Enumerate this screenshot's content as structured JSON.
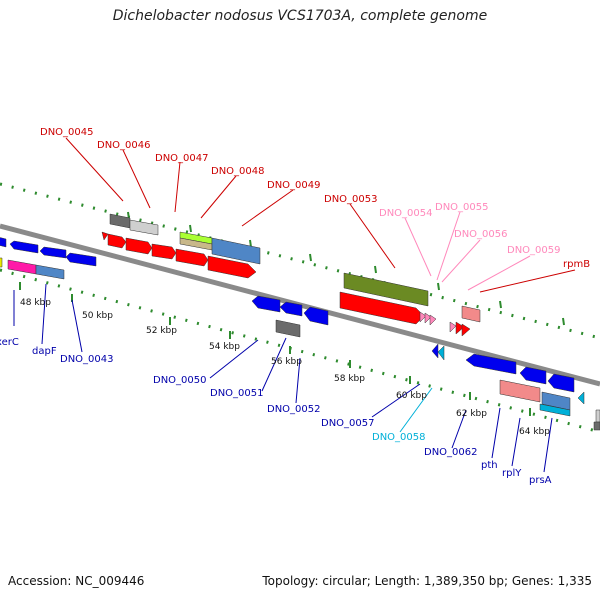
{
  "title": "Dichelobacter nodosus VCS1703A, complete genome",
  "footer": {
    "accession": "Accession: NC_009446",
    "topology": "Topology: circular; Length: 1,389,350 bp; Genes: 1,335"
  },
  "colors": {
    "backbone": "#8a8a8a",
    "tick_major": "#2e8b2e",
    "tick_minor": "#2e8b2e",
    "gene_forward": "#ff0000",
    "gene_reverse": "#0000ee",
    "label_red": "#cc0000",
    "label_pink": "#ff88bb",
    "label_blue": "#0000aa",
    "label_cyan": "#00b0d8"
  },
  "scale_labels": [
    "48 kbp",
    "50 kbp",
    "52 kbp",
    "54 kbp",
    "56 kbp",
    "58 kbp",
    "60 kbp",
    "62 kbp",
    "64 kbp"
  ],
  "labels_top": [
    {
      "text": "DNO_0045",
      "color": "red"
    },
    {
      "text": "DNO_0046",
      "color": "red"
    },
    {
      "text": "DNO_0047",
      "color": "red"
    },
    {
      "text": "DNO_0048",
      "color": "red"
    },
    {
      "text": "DNO_0049",
      "color": "red"
    },
    {
      "text": "DNO_0053",
      "color": "red"
    },
    {
      "text": "DNO_0054",
      "color": "pink"
    },
    {
      "text": "DNO_0055",
      "color": "pink"
    },
    {
      "text": "DNO_0056",
      "color": "pink"
    },
    {
      "text": "DNO_0059",
      "color": "pink"
    },
    {
      "text": "rpmB",
      "color": "red"
    }
  ],
  "labels_bottom": [
    {
      "text": "xerC",
      "color": "blue"
    },
    {
      "text": "dapF",
      "color": "blue"
    },
    {
      "text": "DNO_0043",
      "color": "blue"
    },
    {
      "text": "DNO_0050",
      "color": "blue"
    },
    {
      "text": "DNO_0051",
      "color": "blue"
    },
    {
      "text": "DNO_0052",
      "color": "blue"
    },
    {
      "text": "DNO_0057",
      "color": "blue"
    },
    {
      "text": "DNO_0058",
      "color": "cyan"
    },
    {
      "text": "DNO_0062",
      "color": "blue"
    },
    {
      "text": "pth",
      "color": "blue"
    },
    {
      "text": "rplY",
      "color": "blue"
    },
    {
      "text": "prsA",
      "color": "blue"
    }
  ]
}
